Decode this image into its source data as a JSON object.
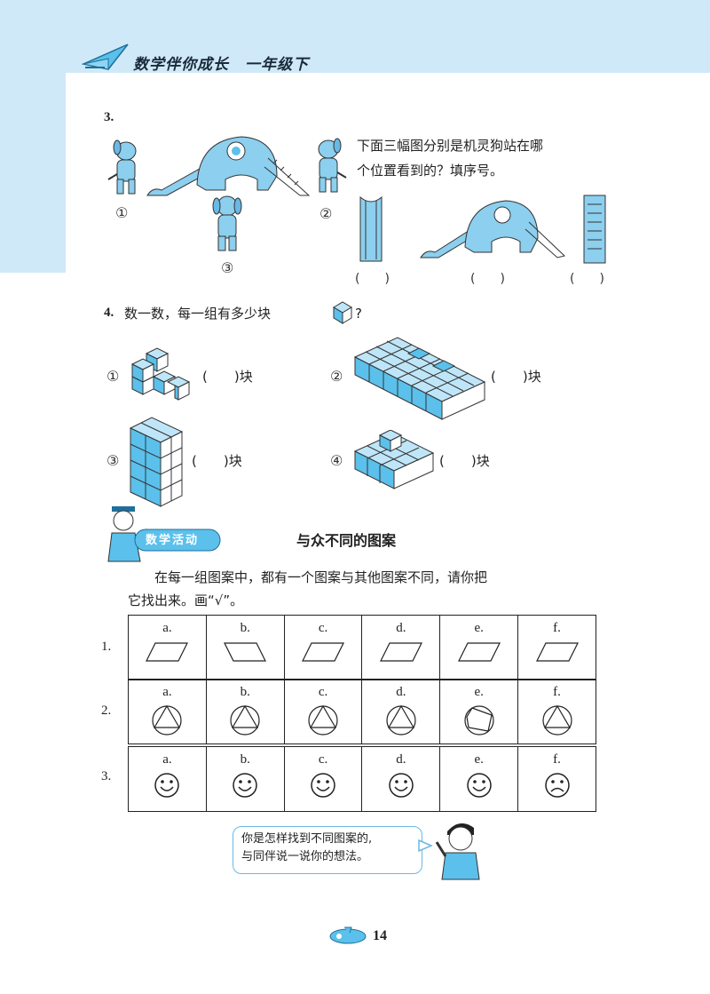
{
  "header": {
    "title": "数学伴你成长　一年级下"
  },
  "q3": {
    "number": "3.",
    "text_line1": "下面三幅图分别是机灵狗站在哪",
    "text_line2": "个位置看到的？填序号。",
    "pos1": "①",
    "pos2": "②",
    "pos3": "③",
    "answers": [
      "(　　)",
      "(　　)",
      "(　　)"
    ]
  },
  "q4": {
    "number": "4.",
    "prompt": "数一数，每一组有多少块",
    "prompt_end": "?",
    "groups": [
      {
        "label": "①",
        "blank": "(　　)块"
      },
      {
        "label": "②",
        "blank": "(　　)块"
      },
      {
        "label": "③",
        "blank": "(　　)块"
      },
      {
        "label": "④",
        "blank": "(　　)块"
      }
    ]
  },
  "activity": {
    "badge": "数学活动",
    "title": "与众不同的图案",
    "instruction_line1": "在每一组图案中，都有一个图案与其他图案不同，请你把",
    "instruction_line2": "它找出来。画“√”。",
    "rows": [
      {
        "num": "1.",
        "labels": [
          "a.",
          "b.",
          "c.",
          "d.",
          "e.",
          "f."
        ]
      },
      {
        "num": "2.",
        "labels": [
          "a.",
          "b.",
          "c.",
          "d.",
          "e.",
          "f."
        ]
      },
      {
        "num": "3.",
        "labels": [
          "a.",
          "b.",
          "c.",
          "d.",
          "e.",
          "f."
        ]
      }
    ]
  },
  "bubble": {
    "line1": "你是怎样找到不同图案的,",
    "line2": "与同伴说一说你的想法。"
  },
  "footer": {
    "page": "14"
  },
  "colors": {
    "accent_blue": "#5bc0eb",
    "band": "#cfe9f8"
  }
}
